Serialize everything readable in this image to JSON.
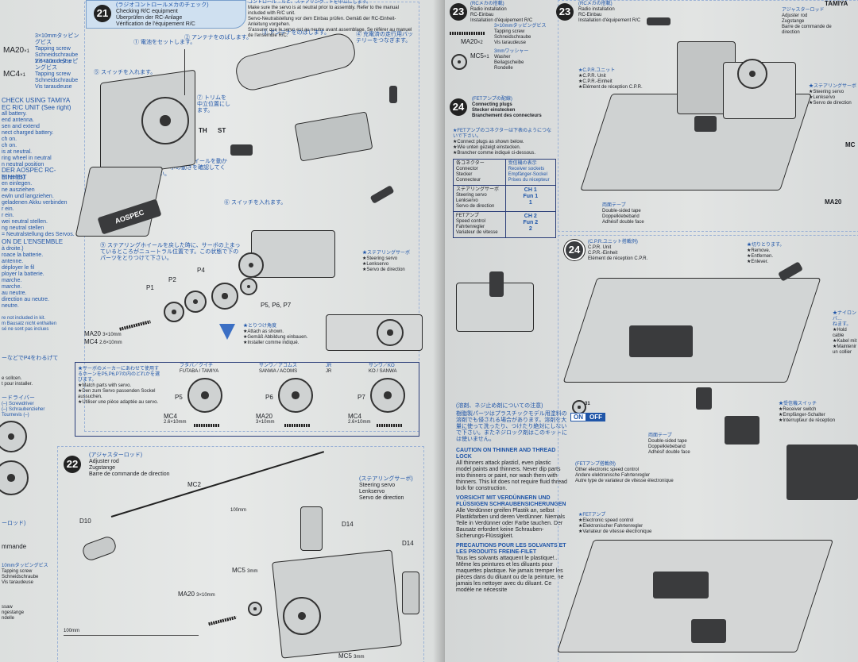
{
  "left_col": {
    "screw1": "3×10mmタッピングビス",
    "screw1_en": "Tapping screw",
    "screw1_de": "Schneidschraube",
    "screw1_fr": "Vis taraudeuse",
    "ma20": "MA20",
    "ma20_qty": "×1",
    "screw2": "2.6×10mmタッピングビス",
    "screw2_en": "Tapping screw",
    "screw2_de": "Schneidschraube",
    "screw2_fr": "Vis taraudeuse",
    "mc4": "MC4",
    "mc4_qty": "×1",
    "en_check": "CHECK USING TAMIYA\nEC R/C UNIT (See right)",
    "en_lines": [
      "all battery.",
      "end antenna.",
      "sen and extend",
      "nect charged battery.",
      "ch on.",
      "ch on.",
      "is at neutral.",
      "ring wheel in neutral",
      "n neutral position"
    ],
    "de_check": "DER AOSPEC RC-EINHEIT",
    "de_sub": "ht rechts)",
    "de_lines": [
      "en einlegen.",
      "ne ausziehen",
      "ewln und langziehen.",
      "geladenen Akku verbinden",
      "r ein.",
      "r ein.",
      "wei neutral stellen.",
      "ng neutral stellen",
      "= Neutralstellung des Servos."
    ],
    "fr_check": "ON DE L'ENSEMBLE",
    "fr_sub": "à droite.)",
    "fr_lines": [
      "roace la batterie.",
      "antenne.",
      "déployer le fil",
      "ployer la batterie.",
      "marche.",
      "marche.",
      "au neutre.",
      "direction au neutre.",
      "neutre."
    ],
    "note": "re not included in kit.",
    "note2": "m Bausatz nicht enthalten",
    "note3": "sé ne sont pas inclues",
    "note_jp": "ーなどでP4をわるげて",
    "note_en": "e sollcen.",
    "note_fr": "t pour installer.",
    "driver_jp": "ードライバー",
    "driver1": "(–) Screwdriver",
    "driver2": "(–) Schraubenzieher",
    "driver3": "Tournevis (–)",
    "rod_jp": "ーロッド)",
    "rod_fr": "mmande",
    "tap_jp": "10mmタッピングビス",
    "tap_en": "Tapping screw",
    "tap_de": "Schneidschraube",
    "tap_fr": "Vis taraudeuse",
    "sanwa": "ssaw",
    "lang": "ngestange",
    "delle": "ndelle"
  },
  "step21": {
    "num": "21",
    "title_jp": "(ラジオコントロールメカのチェック)",
    "title_en": "Checking R/C equipment",
    "title_de": "Überprüfen der RC-Anlage",
    "title_fr": "Vérification de l'équipement R/C",
    "note_top": "コントロール…ルと、ステアリング…トを中立にします。",
    "note_top2": "Make sure the servo is at neutral prior to assembly. Refer to the manual included with R/C unit.",
    "note_top3": "Servo-Neutralstellung vor dem Einbau prüfen. Gemäß der RC-Einheit-Anleitung vorgehen.",
    "note_top4": "S'assurer que le servo est au neutre avant assemblage. Se référer au manuel de l'ensemble R/C.",
    "s1": "① 電池をセットします。",
    "s2": "② アンテナをのばします。",
    "s3": "③ アンテナをのばします。",
    "s4": "④ 充電済の走行用バッテリーをつなぎます。",
    "s5": "⑤ スイッチを入れます。",
    "s6": "⑥ スイッチを入れます。",
    "s7": "⑦ トリムを中立位置にします。",
    "s8": "⑧ ステアリングホイールを動かし、サーボの動きを確認してください。",
    "s9": "⑨ ステアリングホイールを戻した時に、サーボの上まっているところがニュートラル位置です。この状態で下のパーツをとりつけて下さい。",
    "tx_brand": "AOSPEC",
    "th": "TH",
    "st": "ST",
    "servo_jp": "★ステアリングサーボ",
    "servo_en": "★Steering servo",
    "servo_de": "★Lenkservo",
    "servo_fr": "★Servo de direction",
    "p1": "P1",
    "p2": "P2",
    "p4": "P4",
    "p567": "P5, P6, P7",
    "ma20": "MA20",
    "ma20_size": "3×10mm",
    "mc4": "MC4",
    "mc4_size": "2.6×10mm",
    "attach_jp": "★とりつけ角度",
    "attach_en": "★Attach as shown.",
    "attach_de": "★Gemäß Abbildung einbauen.",
    "attach_fr": "★Installer comme indiqué.",
    "note_servo_jp": "★サーボのメーカーにあわせて使用するホーンをP5,P6,P7の内のどれかを選びます。",
    "note_servo_en": "★Match parts with servo.",
    "note_servo_de": "★Den zum Servo passenden Sockel aussuchen.",
    "note_servo_fr": "★Utiliser une pièce adaptée au servo.",
    "futaba_jp": "フタバ／クイチ",
    "futaba": "FUTABA / TAMIYA",
    "sanwa_jp": "サンワ／アコムス",
    "sanwa": "SANWA / ACOMS",
    "jr_jp": "JR",
    "jr": "JR",
    "ko_jp": "サンワ／KO",
    "ko": "KO / SANWA",
    "p5": "P5",
    "p6": "P6",
    "p7": "P7",
    "mc4_b": "MC4",
    "mc4_b_size": "2.6×10mm",
    "ma20_b": "MA20",
    "ma20_b_size": "3×10mm",
    "mc4_c": "MC4",
    "mc4_c_size": "2.6×10mm"
  },
  "step22": {
    "num": "22",
    "title_jp": "(アジャスターロッド)",
    "title_en": "Adjuster rod",
    "title_de": "Zugstange",
    "title_fr": "Barre de commande de direction",
    "mc2": "MC2",
    "dim100": "100mm",
    "d10": "D10",
    "d14a": "D14",
    "d14b": "D14",
    "servo_jp": "(ステアリングサーボ)",
    "servo_en": "Steering servo",
    "servo_de": "Lenkservo",
    "servo_fr": "Servo de direction",
    "mc5": "MC5",
    "mc5_size": "3mm",
    "ma20": "MA20",
    "ma20_size": "3×10mm",
    "dim100b": "100mm",
    "mc5b": "MC5",
    "mc5b_size": "3mm"
  },
  "step23l": {
    "num": "23",
    "title_jp": "(RCメカの搭載)",
    "title_en": "Radio installation",
    "title_de": "RC-Einbau",
    "title_fr": "Installation d'équipement R/C",
    "screw_jp": "3×10mmタッピングビス",
    "screw_en": "Tapping screw",
    "screw_de": "Schneidschraube",
    "screw_fr": "Vis taraudeuse",
    "ma20": "MA20",
    "ma20_qty": "×2",
    "washer_jp": "3mmワッシャー",
    "washer_en": "Washer",
    "washer_de": "Beilagscheibe",
    "washer_fr": "Rondelle",
    "mc5": "MC5",
    "mc5_qty": "×1"
  },
  "step24l": {
    "num": "24",
    "title_jp": "(FETアンプの配線)",
    "title_en": "Connecting plugs",
    "title_de": "Stecker einstecken",
    "title_fr": "Branchement des connecteurs",
    "note_jp": "★FETアンプのコネクターは下表のようにつないで下さい。",
    "note_en": "★Connect plugs as shown below.",
    "note_de": "★Wie unten gezeigt einstecken.",
    "note_fr": "★Brancher comme indiqué ci-dessous.",
    "t_h1": "各コネクター\nConnector\nStecker\nConnecteur",
    "t_h2": "受信機の表示\nReceiver sockets\nEmpfänger-Sockel\nPrises du récepteur",
    "t_r1a": "ステアリングサーボ\nSteering servo\nLenkservo\nServo de direction",
    "t_r1b": "CH 1\nFun 1\n1",
    "t_r2a": "FETアンプ\nSpeed control\nFahrtenregler\nVariateur de vitesse",
    "t_r2b": "CH 2\nFun 2\n2",
    "caution_jp": "(溶剤、ネジ止め剤についての注意)",
    "caution_jp2": "樹脂製パーツはプラスチックモデル用塗料の溶剤でも侵される場合があります。溶剤を大量に使って洗ったり、つけたり絶対にしないで下さい。またネジロック剤はこのキットには使いません。",
    "caution_en_t": "CAUTION ON THINNER AND THREAD LOCK",
    "caution_en": "All thinners attack plasticl, even plastic model paints and thinners. Never dip parts into thinners or paint, nor wash them with thinners. This kit does not require fluid thread lock for construction.",
    "caution_de_t": "VORSICHT MIT VERDÜNNERN UND FLÜSSIGEN SCHRAUBENSICHERUNGEN",
    "caution_de": "Alle Verdünner greifen Plastik an, selbst Plastikfarben und deren Verdünner. Niemals Teile in Verdünner oder Farbe tauchen. Der Bausatz erfordert keine Schrauben-Sicherungs-Flüssigkeit.",
    "caution_fr_t": "PRECAUTIONS POUR LES SOLVANTS ET LES PRODUITS FREINE-FILET",
    "caution_fr": "Tous les solvants attaquent le plastique!... Même les peintures et les diluants pour maquettes plastique. Ne jamais tremper les pièces dans du diluant ou de la peinture, ne jamais les nettoyer avec du diluant. Ce modèle ne nécessite"
  },
  "step23r": {
    "num": "23",
    "title_jp": "(RCメカの搭載)",
    "title_en": "Radio installation",
    "title_de": "RC-Einbau",
    "title_fr": "Installation d'équipement R/C",
    "adj_jp": "アジャスターロッド",
    "adj_en": "Adjuster rod",
    "adj_de": "Zugstange",
    "adj_fr": "Barre de commande de direction",
    "cpr_jp": "★C.P.R.ユニット",
    "cpr_en": "★C.P.R. Unit",
    "cpr_de": "★C.P.R.-Einheit",
    "cpr_fr": "★Elément de réception C.P.R.",
    "servo_jp": "★ステアリングサーボ",
    "servo_en": "★Steering servo",
    "servo_de": "★Lenkservo",
    "servo_fr": "★Servo de direction",
    "mc": "MC",
    "ma20": "MA20",
    "tape_jp": "両面テープ",
    "tape_en": "Double-sided tape",
    "tape_de": "Doppelklebeband",
    "tape_fr": "Adhésif double face",
    "brand": "TAMIYA"
  },
  "step24r": {
    "num": "24",
    "title_jp": "(C.P.R.ユニット搭載例)",
    "title_en": "C.P.R. Unit",
    "title_de": "C.P.R.-Einheit",
    "title_fr": "Elément de réception C.P.R.",
    "cut_jp": "★切りとります。",
    "cut_en": "★Remove.",
    "cut_de": "★Entfernen.",
    "cut_fr": "★Enlever.",
    "nylon_jp": "★ナイロンバ…",
    "nylon_jp2": "ねます。",
    "nylon_en": "★Hold cable",
    "nylon_de": "★Kabel mit",
    "nylon_fr": "★Maintenir un collier",
    "sw_jp": "★受信機スイッチ",
    "sw_en": "★Receiver switch",
    "sw_de": "★Empfänger-Schalter",
    "sw_fr": "★Interrupteur de réception",
    "c31": "31",
    "on": "ON",
    "off": "OFF",
    "tape_jp": "両面テープ",
    "tape_en": "Double-sided tape",
    "tape_de": "Doppelklebeband",
    "tape_fr": "Adhésif double face",
    "fet_jp": "(FETアンプ搭載例)",
    "fet_en": "Other electronic speed control",
    "fet_de": "Andere elektronische Fahrtenregler",
    "fet_fr": "Autre type de variateur de vitesse électronique",
    "fet2_jp": "★FETアンプ",
    "fet2_en": "★Electronic speed control",
    "fet2_de": "★Elektronischer Fahrtenregler",
    "fet2_fr": "★Variateur de vitesse électronique"
  }
}
